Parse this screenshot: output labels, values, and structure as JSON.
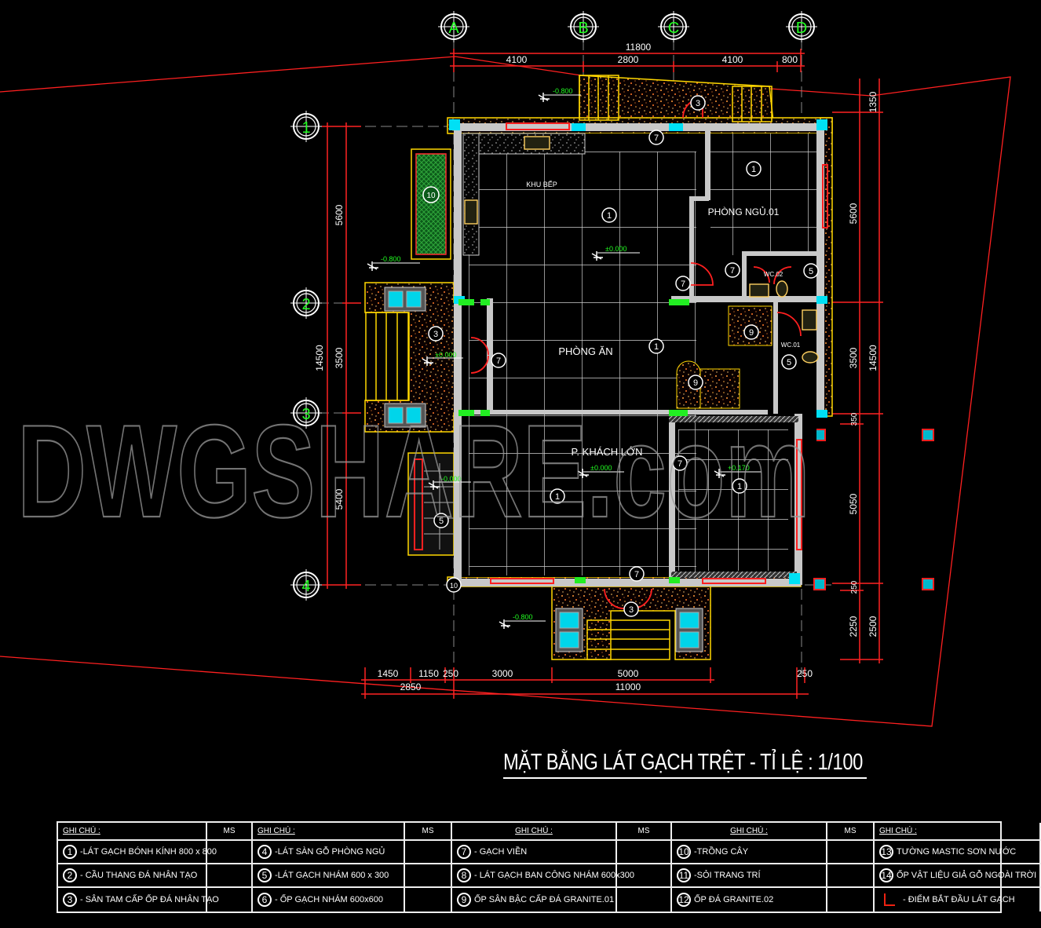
{
  "drawing": {
    "title": "MẶT BẰNG LÁT GẠCH TRỆT - TỈ LỆ : 1/100",
    "watermark": "DWGSHARE.com",
    "colors": {
      "background": "#000000",
      "dimension": "#ff2222",
      "axis_label": "#22ff22",
      "elevation": "#22ff22",
      "wall": "#c8c8c8",
      "column": "#00e5ff",
      "boundary": "#ff2020",
      "paving_edge": "#ffd800",
      "tile_grid": "#d0d0d0"
    },
    "axes": {
      "columns": [
        "A",
        "B",
        "C",
        "D"
      ],
      "rows": [
        "1",
        "2",
        "3",
        "4"
      ]
    },
    "dimensions": {
      "top_total": "11800",
      "top_segments": [
        "4100",
        "2800",
        "4100",
        "800"
      ],
      "left_total": "14500",
      "left_segments": [
        "5600",
        "3500",
        "5400"
      ],
      "right_total_outer": "14500",
      "right_segments": [
        "1350",
        "5600",
        "3500",
        "350",
        "5050",
        "250",
        "2250",
        "2500"
      ],
      "bottom_segments": [
        "1450",
        "1150",
        "250",
        "3000",
        "5000",
        "250"
      ],
      "bottom_totals": [
        "2850",
        "11000"
      ]
    },
    "rooms": [
      {
        "name": "KHU BẾP",
        "tag": "1"
      },
      {
        "name": "PHÒNG NGỦ.01",
        "tag": "1"
      },
      {
        "name": "WC.02",
        "tag": "5"
      },
      {
        "name": "WC.01",
        "tag": "5"
      },
      {
        "name": "PHÒNG ĂN",
        "tag": "1"
      },
      {
        "name": "P. KHÁCH LỚN",
        "tag": "1"
      }
    ],
    "elevations": [
      "-0.800",
      "±0.000",
      "±0.000",
      "-0.000",
      "-0.000",
      "±0.000",
      "+0.170",
      "-0.800",
      "-0.800",
      "-0.800"
    ],
    "tags": [
      "1",
      "1",
      "1",
      "1",
      "1",
      "1",
      "3",
      "3",
      "3",
      "5",
      "5",
      "5",
      "7",
      "7",
      "7",
      "7",
      "7",
      "7",
      "7",
      "9",
      "9",
      "10",
      "10"
    ]
  },
  "legend": {
    "header": "GHI CHÚ :",
    "ms_header": "MS",
    "columns": [
      {
        "items": [
          {
            "num": "1",
            "text": "-LÁT GẠCH BÓNH KÍNH 800 x 800"
          },
          {
            "num": "2",
            "text": "- CẦU THANG ĐÁ NHÂN TẠO"
          },
          {
            "num": "3",
            "text": "- SÂN TAM CẤP ỐP ĐÁ NHÂN TẠO"
          }
        ]
      },
      {
        "items": [
          {
            "num": "4",
            "text": "-LÁT SÀN GỖ PHÒNG NGỦ"
          },
          {
            "num": "5",
            "text": "-LÁT GẠCH NHÁM 600 x 300"
          },
          {
            "num": "6",
            "text": "- ỐP GẠCH NHÁM 600x600"
          }
        ]
      },
      {
        "items": [
          {
            "num": "7",
            "text": "- GẠCH VIỀN"
          },
          {
            "num": "8",
            "text": "- LÁT GẠCH BAN CÔNG NHÁM 600x300"
          },
          {
            "num": "9",
            "text": "ỐP SÂN BẬC CẤP ĐÁ GRANITE.01"
          }
        ]
      },
      {
        "items": [
          {
            "num": "10",
            "text": "-TRỒNG CÂY"
          },
          {
            "num": "11",
            "text": "-SỎI TRANG TRÍ"
          },
          {
            "num": "12",
            "text": "ỐP ĐÁ GRANITE.02"
          }
        ]
      },
      {
        "items": [
          {
            "num": "13",
            "text": "TƯỜNG MASTIC SƠN NƯỚC"
          },
          {
            "num": "14",
            "text": "ỐP VẬT LIỆU GIẢ GỖ NGOÀI TRỜI"
          },
          {
            "num": "",
            "text": "- ĐIỂM BẮT ĐẦU LÁT GẠCH"
          }
        ]
      }
    ]
  }
}
